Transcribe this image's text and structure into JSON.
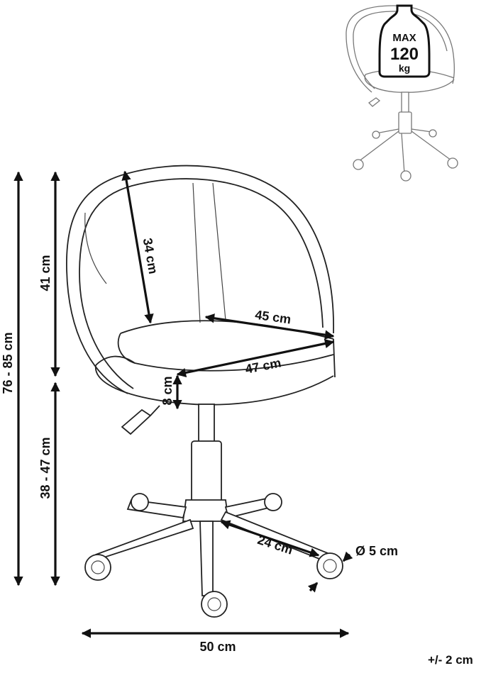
{
  "dimensions": {
    "total_height": "76 - 85 cm",
    "backrest_height": "41 cm",
    "seat_height": "38 - 47 cm",
    "backrest_depth": "34 cm",
    "seat_depth": "45 cm",
    "seat_width": "47 cm",
    "seat_thickness": "8 cm",
    "leg_length": "24 cm",
    "wheel_diameter": "Ø 5 cm",
    "base_width": "50 cm"
  },
  "tolerance": "+/- 2 cm",
  "max_load": {
    "top": "MAX",
    "value": "120",
    "unit": "kg"
  }
}
